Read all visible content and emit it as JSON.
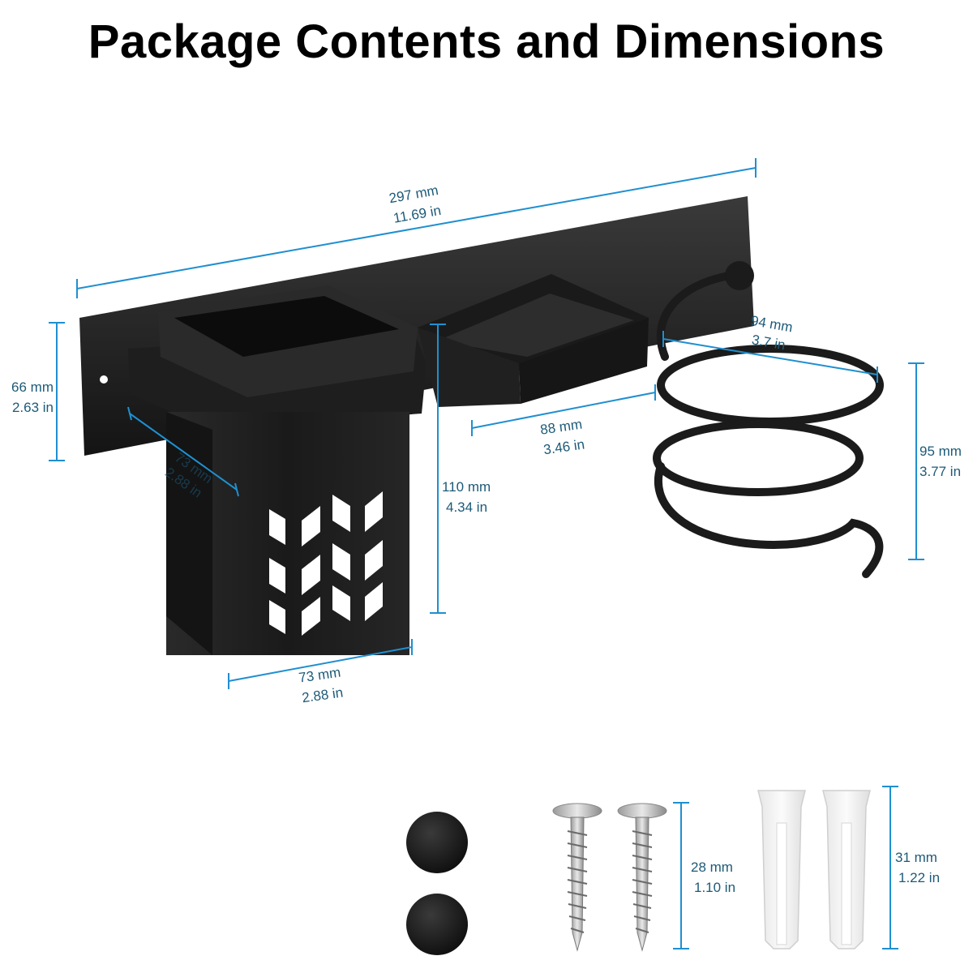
{
  "title": "Package Contents and Dimensions",
  "colors": {
    "dimension_line": "#1f8fd0",
    "dimension_text": "#1c5a78",
    "product": "#1b1b1b",
    "background": "#ffffff"
  },
  "dimensions": {
    "overall_length": {
      "mm": "297 mm",
      "in": "11.69 in"
    },
    "height_back_plate": {
      "mm": "66 mm",
      "in": "2.63 in"
    },
    "cup_depth": {
      "mm": "73 mm",
      "in": "2.88 in"
    },
    "cup_height": {
      "mm": "110 mm",
      "in": "4.34 in"
    },
    "cup_width": {
      "mm": "73 mm",
      "in": "2.88 in"
    },
    "tray_width": {
      "mm": "88 mm",
      "in": "3.46 in"
    },
    "ring_diameter": {
      "mm": "94 mm",
      "in": "3.7 in"
    },
    "spiral_height": {
      "mm": "95 mm",
      "in": "3.77 in"
    },
    "screw_length": {
      "mm": "28 mm",
      "in": "1.10 in"
    },
    "anchor_length": {
      "mm": "31 mm",
      "in": "1.22 in"
    }
  },
  "icons": {
    "product": "wall-mounted-hair-dryer-holder-icon",
    "caps": "screw-cap-icon",
    "screws": "screw-icon",
    "anchors": "wall-anchor-icon"
  }
}
